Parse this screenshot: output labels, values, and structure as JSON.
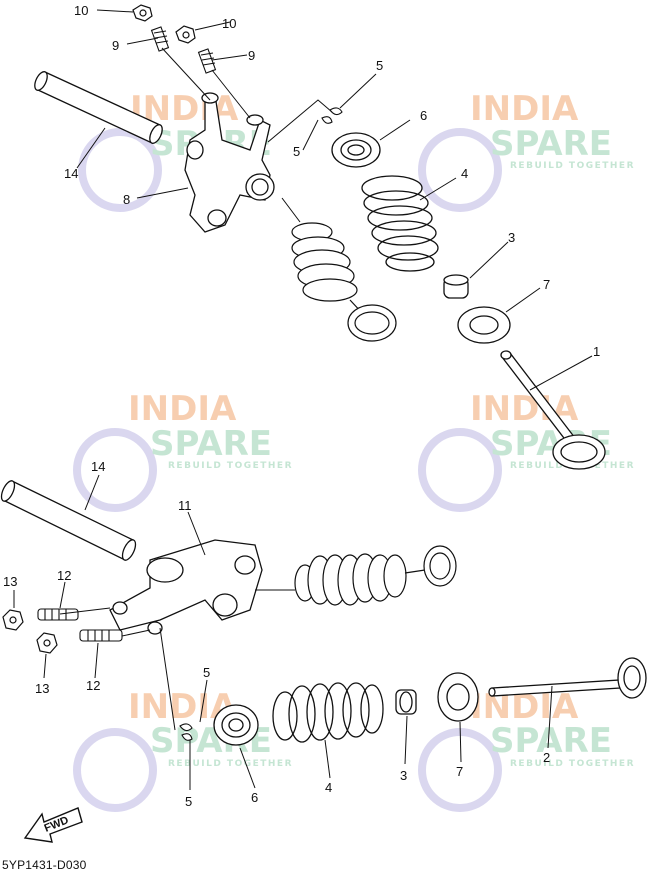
{
  "diagram": {
    "drawing_code": "5YP1431-D030",
    "fwd_label": "FWD",
    "callouts": [
      "10",
      "10",
      "9",
      "9",
      "14",
      "8",
      "5",
      "5",
      "6",
      "4",
      "3",
      "7",
      "1",
      "14",
      "11",
      "13",
      "12",
      "13",
      "12",
      "5",
      "5",
      "6",
      "4",
      "3",
      "7",
      "2"
    ],
    "watermark": {
      "word1": "INDIA",
      "word2": "SPARE",
      "tagline": "REBUILD TOGETHER",
      "colors": {
        "orange": "#f7c9a8",
        "green": "#bfe3cf",
        "purple": "#d6d3ee"
      }
    },
    "line_color": "#111111"
  }
}
